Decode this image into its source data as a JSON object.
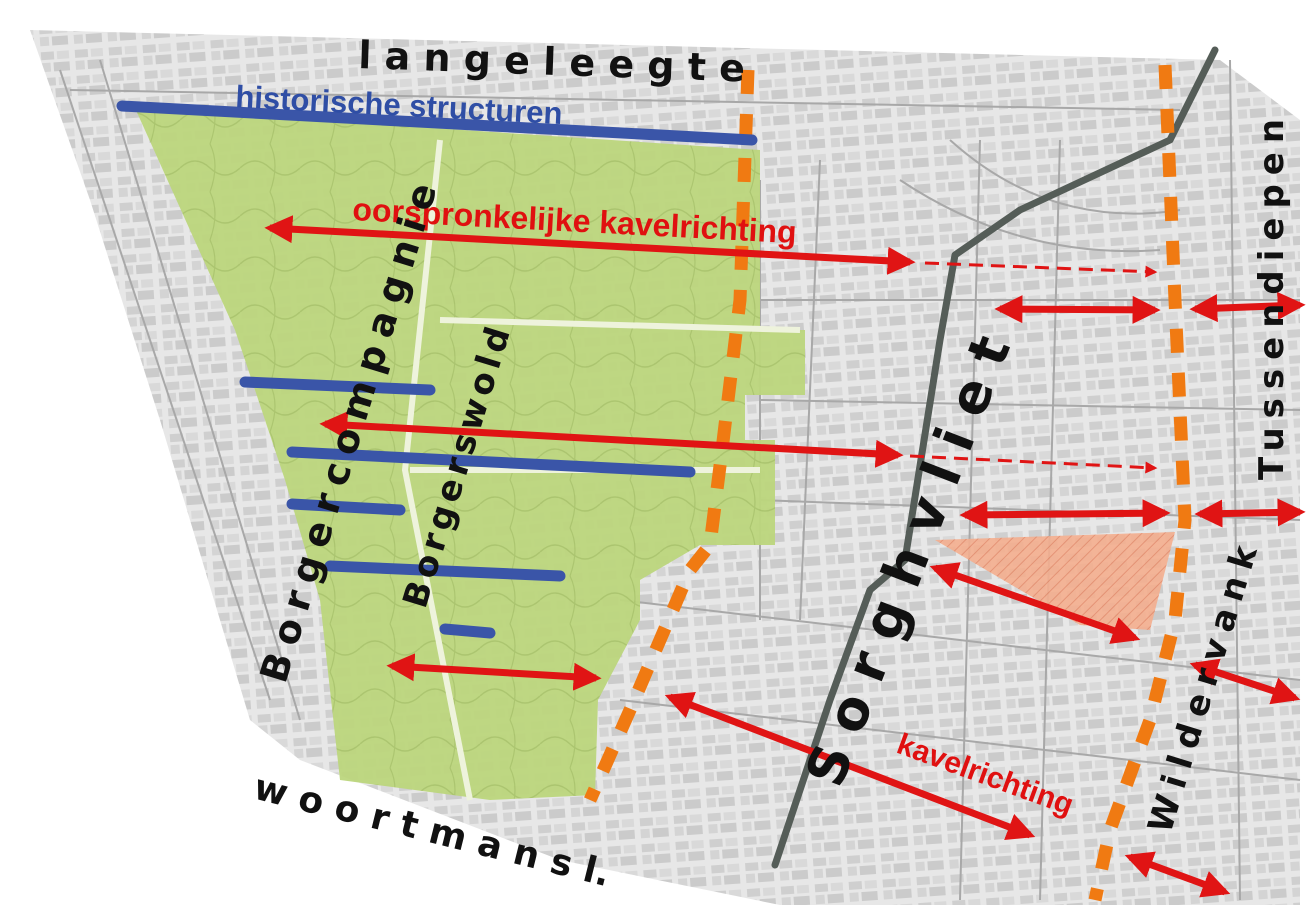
{
  "colors": {
    "green_area": "#b9d47a",
    "built_area": "#d6d6d6",
    "street_line": "#a8a8a8",
    "historic_blue": "#3a55a8",
    "direction_red": "#e01414",
    "boundary_orange": "#f07a12",
    "sorghvliet_line": "#555d58",
    "highlight_salmon": "#f2a583",
    "label_text": "#111111"
  },
  "labels": {
    "langeleegte": "l a n g e l e e g t e",
    "historische": "historische structuren",
    "oorspronkelijke": "oorspronkelijke kavelrichting",
    "borgercompagnie": "Borgercompagnie",
    "borgerswold": "Borgerswold",
    "sorghvliet": "Sorghvliet",
    "tussendiepen": "Tussendiepen",
    "wildervank": "Wildervank",
    "kavelrichting": "kavelrichting",
    "woortmansl": "w o o r t m a n s l."
  },
  "icons": {
    "arrowhead": "arrowhead-icon"
  }
}
